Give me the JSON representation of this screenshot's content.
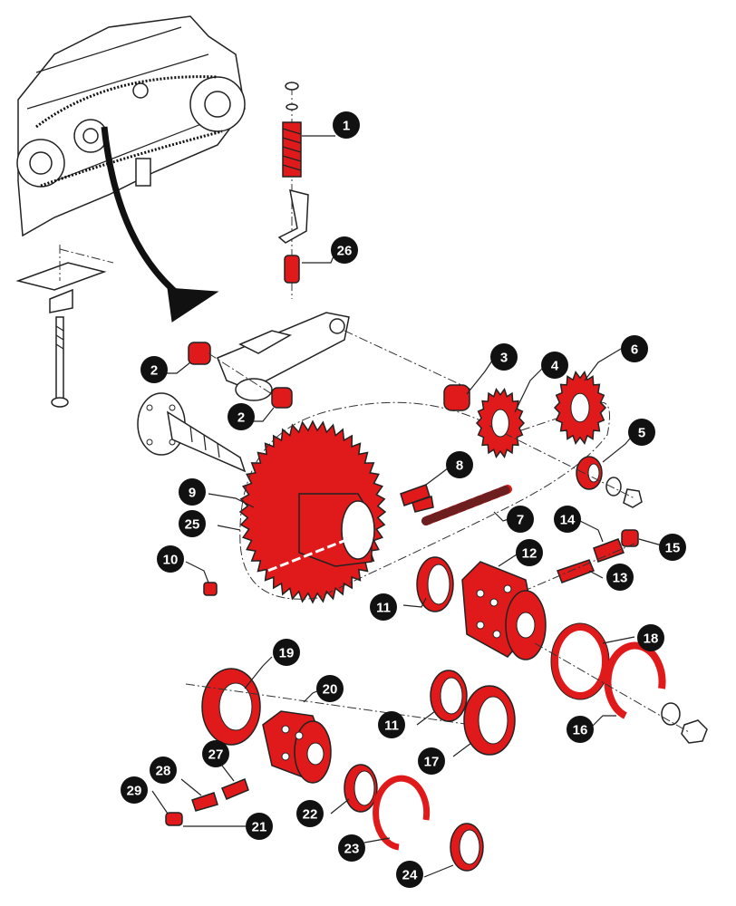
{
  "callouts": [
    {
      "id": "c1",
      "label": "1"
    },
    {
      "id": "c26",
      "label": "26"
    },
    {
      "id": "c2a",
      "label": "2"
    },
    {
      "id": "c2b",
      "label": "2"
    },
    {
      "id": "c3",
      "label": "3"
    },
    {
      "id": "c4",
      "label": "4"
    },
    {
      "id": "c6",
      "label": "6"
    },
    {
      "id": "c5",
      "label": "5"
    },
    {
      "id": "c8",
      "label": "8"
    },
    {
      "id": "c9",
      "label": "9"
    },
    {
      "id": "c25",
      "label": "25"
    },
    {
      "id": "c7",
      "label": "7"
    },
    {
      "id": "c10",
      "label": "10"
    },
    {
      "id": "c14",
      "label": "14"
    },
    {
      "id": "c15",
      "label": "15"
    },
    {
      "id": "c12",
      "label": "12"
    },
    {
      "id": "c13",
      "label": "13"
    },
    {
      "id": "c11a",
      "label": "11"
    },
    {
      "id": "c18",
      "label": "18"
    },
    {
      "id": "c19",
      "label": "19"
    },
    {
      "id": "c20",
      "label": "20"
    },
    {
      "id": "c11b",
      "label": "11"
    },
    {
      "id": "c16",
      "label": "16"
    },
    {
      "id": "c17",
      "label": "17"
    },
    {
      "id": "c27",
      "label": "27"
    },
    {
      "id": "c28",
      "label": "28"
    },
    {
      "id": "c29",
      "label": "29"
    },
    {
      "id": "c21",
      "label": "21"
    },
    {
      "id": "c22",
      "label": "22"
    },
    {
      "id": "c23",
      "label": "23"
    },
    {
      "id": "c24",
      "label": "24"
    }
  ],
  "colors": {
    "highlight": "#e01a1a",
    "callout_bg": "#111111",
    "line": "#222222"
  }
}
